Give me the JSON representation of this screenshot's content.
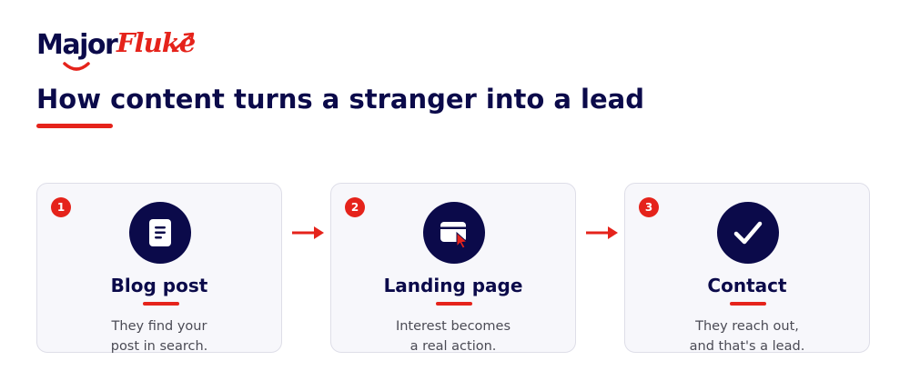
{
  "brand": {
    "name_part1": "Major",
    "name_part2": "Fluke"
  },
  "heading": "How content turns a stranger into a lead",
  "colors": {
    "navy": "#0b0a4a",
    "red": "#e5231b",
    "card_bg": "#f7f7fb",
    "card_border": "#dedee8",
    "text_gray": "#4b4b55"
  },
  "steps": [
    {
      "number": "1",
      "title": "Blog post",
      "icon": "document-icon",
      "desc_line1": "They find your",
      "desc_line2": "post in search."
    },
    {
      "number": "2",
      "title": "Landing page",
      "icon": "browser-cursor-icon",
      "desc_line1": "Interest becomes",
      "desc_line2": "a real action."
    },
    {
      "number": "3",
      "title": "Contact",
      "icon": "checkmark-icon",
      "desc_line1": "They reach out,",
      "desc_line2": "and that's a lead."
    }
  ]
}
